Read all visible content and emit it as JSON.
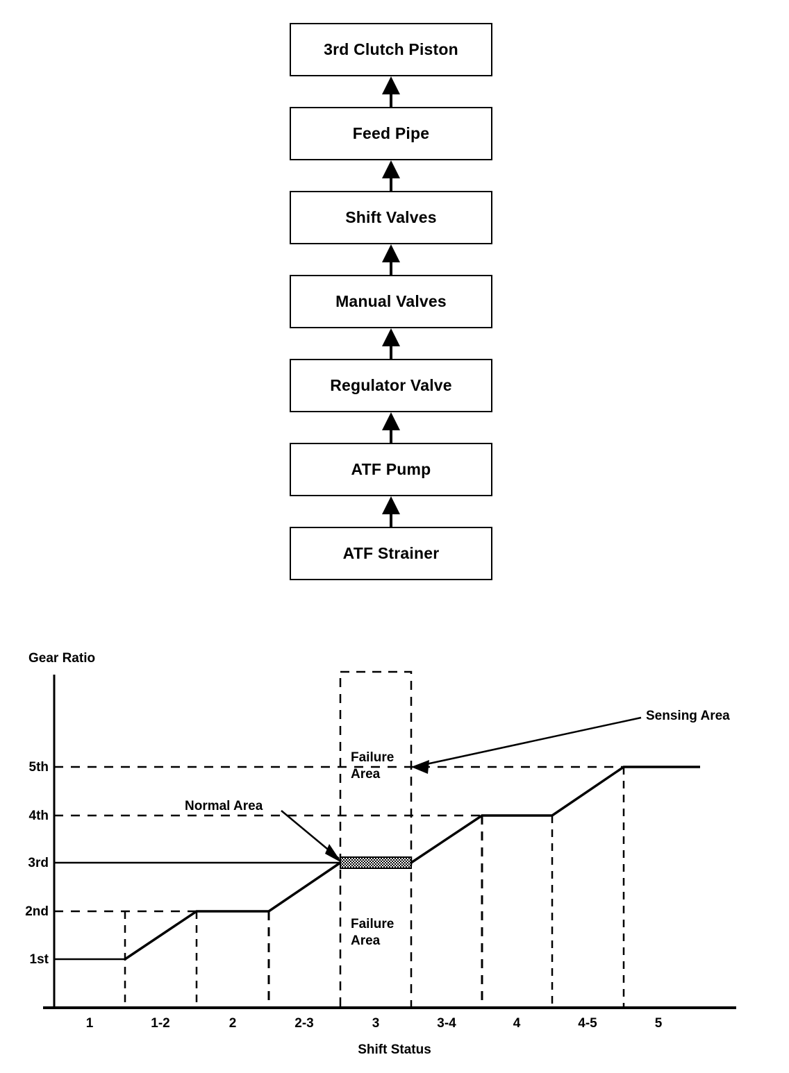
{
  "flowchart": {
    "name": "hydraulic-pressure-flow",
    "direction": "bottom-to-top",
    "boxes": [
      {
        "label": "3rd Clutch Piston"
      },
      {
        "label": "Feed Pipe"
      },
      {
        "label": "Shift Valves"
      },
      {
        "label": "Manual Valves"
      },
      {
        "label": "Regulator Valve"
      },
      {
        "label": "ATF Pump"
      },
      {
        "label": "ATF Strainer"
      }
    ]
  },
  "chart_data": {
    "type": "line",
    "title": "",
    "xlabel": "Shift Status",
    "ylabel": "Gear Ratio",
    "categories": [
      "1",
      "1-2",
      "2",
      "2-3",
      "3",
      "3-4",
      "4",
      "4-5",
      "5"
    ],
    "ytick_labels": [
      "5th",
      "4th",
      "3rd",
      "2nd",
      "1st"
    ],
    "yvalues": [
      5,
      4,
      3,
      2,
      1
    ],
    "ylim": [
      0,
      6
    ],
    "grid": "dashed-horizontal-and-vertical",
    "legend_position": "none",
    "series": [
      {
        "name": "Gear Ratio vs Shift Status",
        "points": [
          {
            "x": "1",
            "y": "1st"
          },
          {
            "x": "1-2",
            "y": "1st to 2nd ramp"
          },
          {
            "x": "2",
            "y": "2nd"
          },
          {
            "x": "2-3",
            "y": "2nd to 3rd ramp"
          },
          {
            "x": "3",
            "y": "3rd"
          },
          {
            "x": "3-4",
            "y": "3rd to 4th ramp"
          },
          {
            "x": "4",
            "y": "4th"
          },
          {
            "x": "4-5",
            "y": "4th to 5th ramp"
          },
          {
            "x": "5",
            "y": "5th"
          }
        ]
      }
    ],
    "annotations": [
      {
        "id": "sensing-area",
        "text": "Sensing Area",
        "points_to": "sensing-box-right-edge"
      },
      {
        "id": "normal-area",
        "text": "Normal Area",
        "points_to": "normal-band-3rd"
      },
      {
        "id": "failure-area-upper",
        "text": "Failure\nArea",
        "line1": "Failure",
        "line2": "Area"
      },
      {
        "id": "failure-area-lower",
        "text": "Failure\nArea",
        "line1": "Failure",
        "line2": "Area"
      }
    ],
    "regions": [
      {
        "id": "sensing-box",
        "label": "Sensing Area",
        "x_from": "2-3/3 boundary",
        "x_to": "3/3-4 boundary"
      },
      {
        "id": "normal-band",
        "label": "Normal Area",
        "y": "3rd",
        "fill": "stippled"
      }
    ]
  },
  "colors": {
    "stroke": "#000000",
    "background": "#ffffff"
  }
}
